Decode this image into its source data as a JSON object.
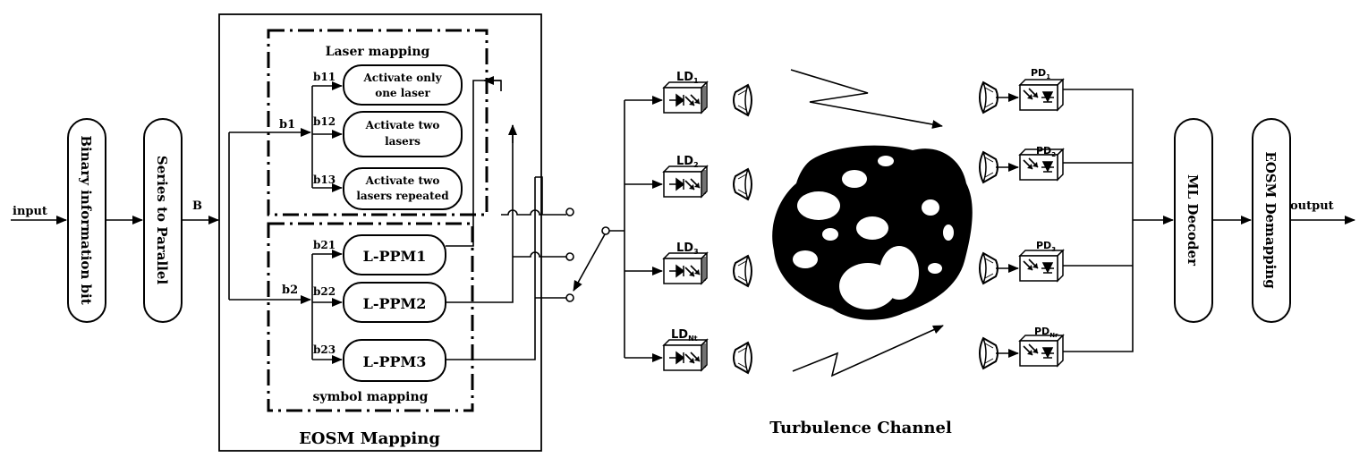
{
  "labels": {
    "input": "input",
    "output": "output",
    "bus_b": "B",
    "binary": "Binary information bit",
    "s2p": "Series to Parallel",
    "laser_mapping": "Laser  mapping",
    "symbol_mapping": "symbol mapping",
    "eosm_mapping": "EOSM Mapping",
    "b1": "b1",
    "b2": "b2",
    "b11": "b11",
    "b12": "b12",
    "b13": "b13",
    "b21": "b21",
    "b22": "b22",
    "b23": "b23",
    "act1_l1": "Activate only",
    "act1_l2": "one laser",
    "act2_l1": "Activate two",
    "act2_l2": "lasers",
    "act3_l1": "Activate two",
    "act3_l2": "lasers repeated",
    "ppm1": "L-PPM1",
    "ppm2": "L-PPM2",
    "ppm3": "L-PPM3",
    "ld1_main": "LD",
    "ld1_sub": "1",
    "ld2_main": "LD",
    "ld2_sub": "2",
    "ld3_main": "LD",
    "ld3_sub": "3",
    "ld4_main": "LD",
    "ld4_sub": "Nt",
    "pd1_main": "PD",
    "pd1_sub": "1",
    "pd2_main": "PD",
    "pd2_sub": "2",
    "pd3_main": "PD",
    "pd3_sub": "3",
    "pd4_main": "PD",
    "pd4_sub": "Nr",
    "turbulence": "Turbulence Channel",
    "ml_decoder": "ML Decoder",
    "eosm_demap": "EOSM Demapping"
  }
}
